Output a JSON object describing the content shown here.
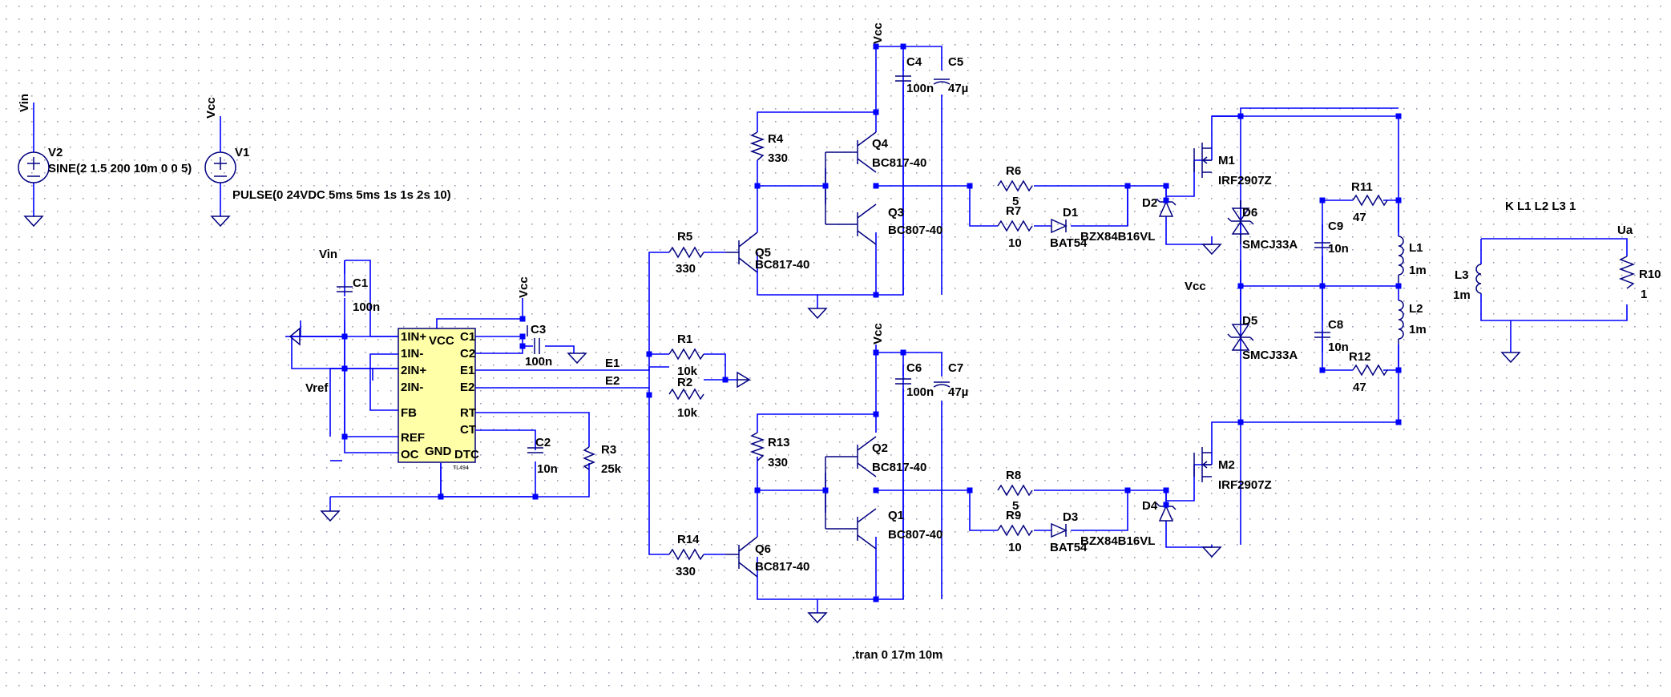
{
  "sources": {
    "V2": {
      "ref": "V2",
      "value": "SINE(2 1.5 200 10m 0 0 5)",
      "net": "Vin"
    },
    "V1": {
      "ref": "V1",
      "value": "PULSE(0 24VDC 5ms 5ms 1s 1s 2s 10)",
      "net": "Vcc"
    }
  },
  "ic": {
    "part": "TL494",
    "left_pins": [
      "1IN+",
      "1IN-",
      "2IN+",
      "2IN-",
      "FB",
      "REF",
      "OC"
    ],
    "right_pins": [
      "C1",
      "C2",
      "E1",
      "E2",
      "RT",
      "CT",
      "DTC"
    ],
    "top_pins": [
      "VCC"
    ],
    "bottom_pins": [
      "GND"
    ]
  },
  "nets": {
    "vin": "Vin",
    "vcc": "Vcc",
    "vref": "Vref",
    "e1": "E1",
    "e2": "E2",
    "ua": "Ua"
  },
  "components": {
    "C1": {
      "ref": "C1",
      "value": "100n"
    },
    "C2": {
      "ref": "C2",
      "value": "10n"
    },
    "C3": {
      "ref": "C3",
      "value": "100n"
    },
    "C4": {
      "ref": "C4",
      "value": "100n"
    },
    "C5": {
      "ref": "C5",
      "value": "47µ"
    },
    "C6": {
      "ref": "C6",
      "value": "100n"
    },
    "C7": {
      "ref": "C7",
      "value": "47µ"
    },
    "C8": {
      "ref": "C8",
      "value": "10n"
    },
    "C9": {
      "ref": "C9",
      "value": "10n"
    },
    "R1": {
      "ref": "R1",
      "value": "10k"
    },
    "R2": {
      "ref": "R2",
      "value": "10k"
    },
    "R3": {
      "ref": "R3",
      "value": "25k"
    },
    "R4": {
      "ref": "R4",
      "value": "330"
    },
    "R5": {
      "ref": "R5",
      "value": "330"
    },
    "R6": {
      "ref": "R6",
      "value": "5"
    },
    "R7": {
      "ref": "R7",
      "value": "10"
    },
    "R8": {
      "ref": "R8",
      "value": "5"
    },
    "R9": {
      "ref": "R9",
      "value": "10"
    },
    "R10": {
      "ref": "R10",
      "value": "1"
    },
    "R11": {
      "ref": "R11",
      "value": "47"
    },
    "R12": {
      "ref": "R12",
      "value": "47"
    },
    "R13": {
      "ref": "R13",
      "value": "330"
    },
    "R14": {
      "ref": "R14",
      "value": "330"
    },
    "Q1": {
      "ref": "Q1",
      "value": "BC807-40"
    },
    "Q2": {
      "ref": "Q2",
      "value": "BC817-40"
    },
    "Q3": {
      "ref": "Q3",
      "value": "BC807-40"
    },
    "Q4": {
      "ref": "Q4",
      "value": "BC817-40"
    },
    "Q5": {
      "ref": "Q5",
      "value": "BC817-40"
    },
    "Q6": {
      "ref": "Q6",
      "value": "BC817-40"
    },
    "M1": {
      "ref": "M1",
      "value": "IRF2907Z"
    },
    "M2": {
      "ref": "M2",
      "value": "IRF2907Z"
    },
    "D1": {
      "ref": "D1",
      "value": "BAT54"
    },
    "D2": {
      "ref": "D2",
      "value": "BZX84B16VL"
    },
    "D3": {
      "ref": "D3",
      "value": "BAT54"
    },
    "D4": {
      "ref": "D4",
      "value": "BZX84B16VL"
    },
    "D5": {
      "ref": "D5",
      "value": "SMCJ33A"
    },
    "D6": {
      "ref": "D6",
      "value": "SMCJ33A"
    },
    "L1": {
      "ref": "L1",
      "value": "1m"
    },
    "L2": {
      "ref": "L2",
      "value": "1m"
    },
    "L3": {
      "ref": "L3",
      "value": "1m"
    }
  },
  "directives": {
    "coupling": "K L1 L2 L3 1",
    "tran": ".tran 0 17m 10m"
  },
  "colors": {
    "background": "#ffffff",
    "grid_dot": "#9a9ab4",
    "wire": "#0000ff",
    "symbol": "#000080",
    "ic_fill": "#ffffa8",
    "text": "#000000"
  }
}
